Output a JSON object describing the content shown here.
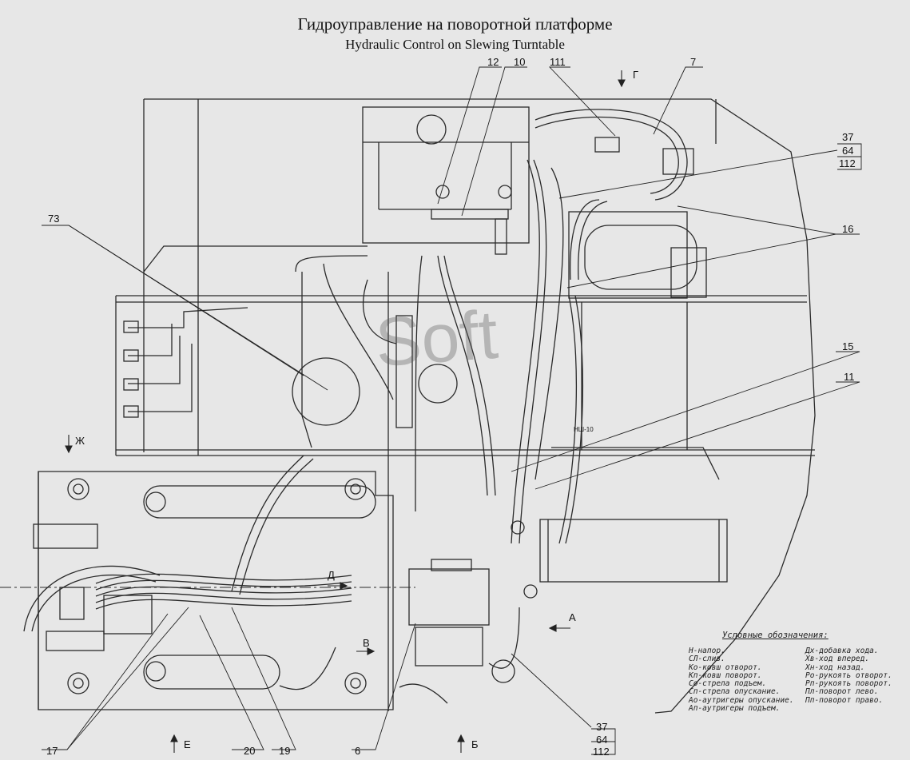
{
  "title": {
    "ru": "Гидроуправление на поворотной платформе",
    "en": "Hydraulic Control on Slewing Turntable"
  },
  "watermark": "Soft",
  "callouts": {
    "c12": "12",
    "c10": "10",
    "c111": "111",
    "c7": "7",
    "c37a": "37",
    "c64a": "64",
    "c112a": "112",
    "c73": "73",
    "c16": "16",
    "c15": "15",
    "c11": "11",
    "c17": "17",
    "c20": "20",
    "c19": "19",
    "c6": "6",
    "c37b": "37",
    "c64b": "64",
    "c112b": "112"
  },
  "views": {
    "g": "Г",
    "zh": "Ж",
    "d": "Д",
    "v": "В",
    "a": "А",
    "e": "Е",
    "b": "Б",
    "nsh": "НШ-10"
  },
  "legend": {
    "title": "Условные обозначения:",
    "left": [
      "Н-напор.",
      "СЛ-слив.",
      "Ко-ковш отворот.",
      "Кп-ковш поворот.",
      "Со-стрела подъем.",
      "Сп-стрела опускание.",
      "Ао-аутригеры опускание.",
      "Ап-аутригеры подъем."
    ],
    "right": [
      "Дх-добавка хода.",
      "Хв-ход вперед.",
      "Хн-ход назад.",
      "Ро-рукоять отворот.",
      "Рп-рукоять поворот.",
      "Пл-поворот лево.",
      "Пп-поворот право."
    ]
  }
}
